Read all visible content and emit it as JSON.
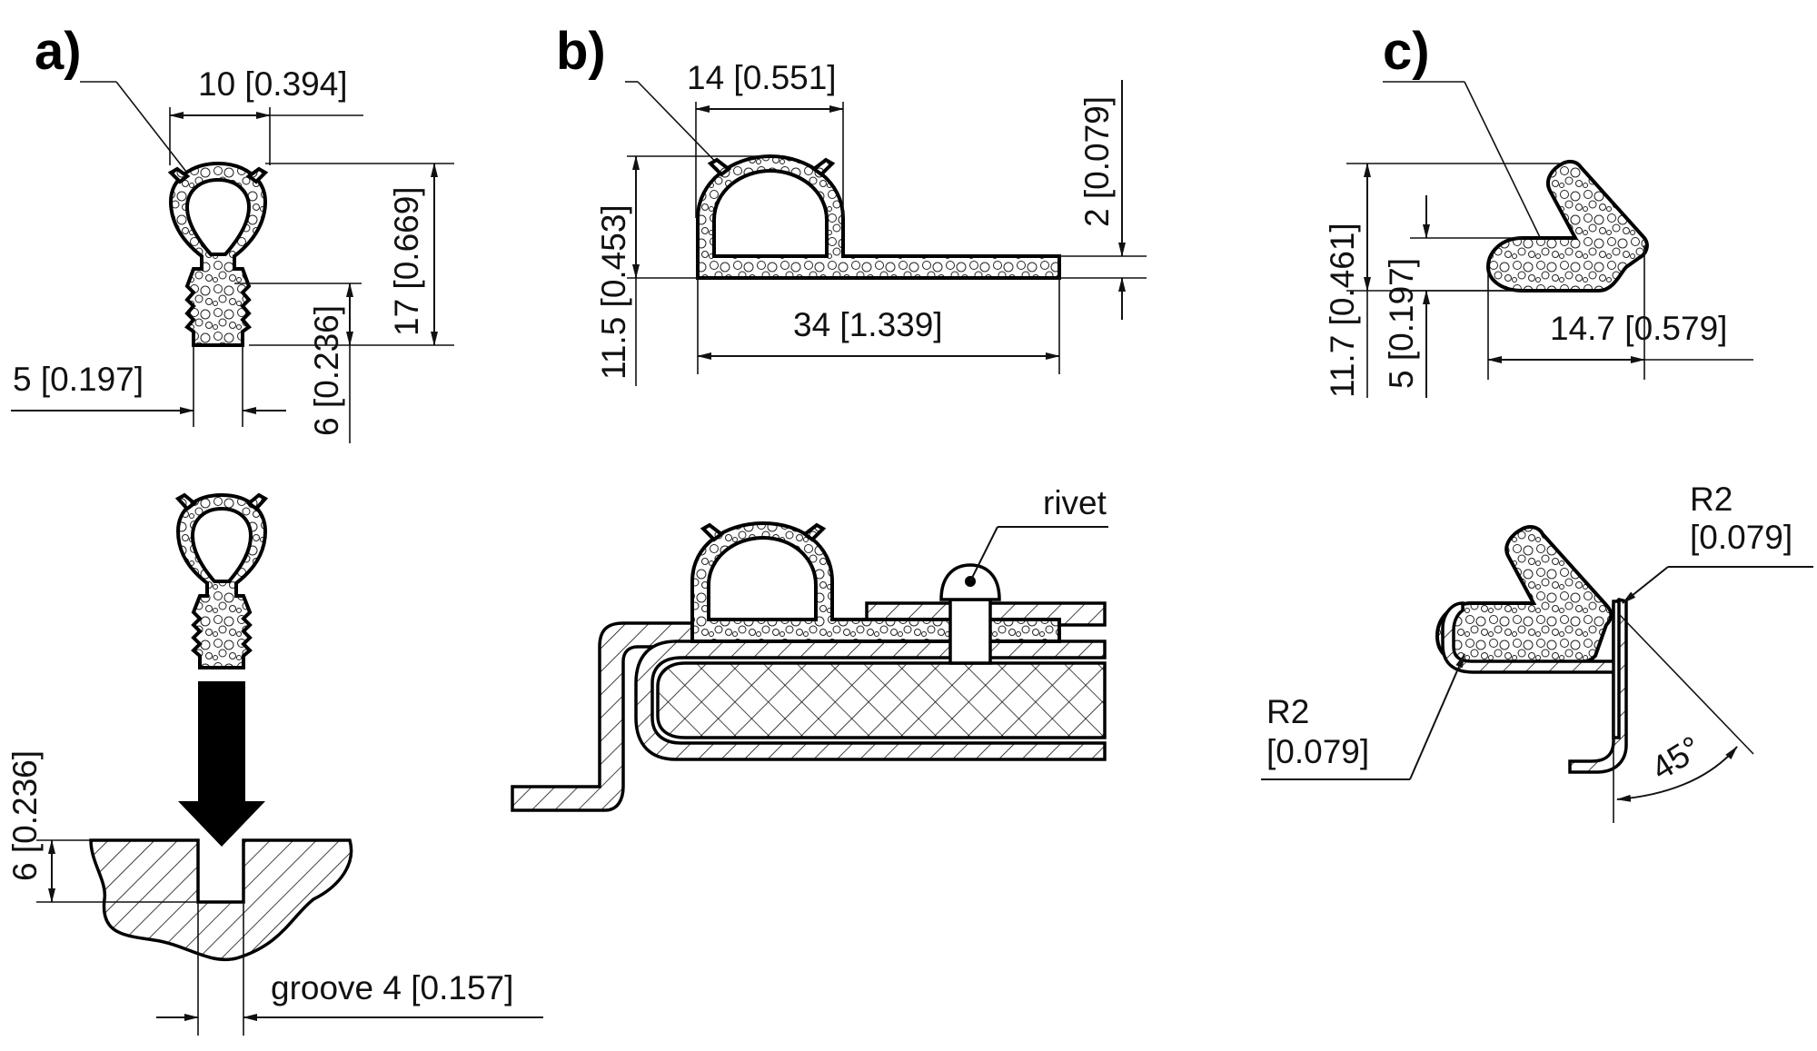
{
  "panels": {
    "a": {
      "label": "a)",
      "dims": {
        "width": "10 [0.394]",
        "height": "17 [0.669]",
        "stem_height": "6 [0.236]",
        "stem_width": "5 [0.197]",
        "groove_depth": "6 [0.236]",
        "groove_width": "groove 4 [0.157]"
      }
    },
    "b": {
      "label": "b)",
      "dims": {
        "bulb_width": "14 [0.551]",
        "flange_thickness": "2 [0.079]",
        "height": "11.5 [0.453]",
        "overall_width": "34 [1.339]"
      },
      "callout": "rivet"
    },
    "c": {
      "label": "c)",
      "dims": {
        "height": "11.7 [0.461]",
        "body_height": "5 [0.197]",
        "width": "14.7 [0.579]",
        "radius_top_value": "R2",
        "radius_top_inch": "[0.079]",
        "radius_bottom_value": "R2",
        "radius_bottom_inch": "[0.079]",
        "angle": "45°"
      }
    }
  },
  "colors": {
    "line": "#000000",
    "background": "#ffffff"
  }
}
